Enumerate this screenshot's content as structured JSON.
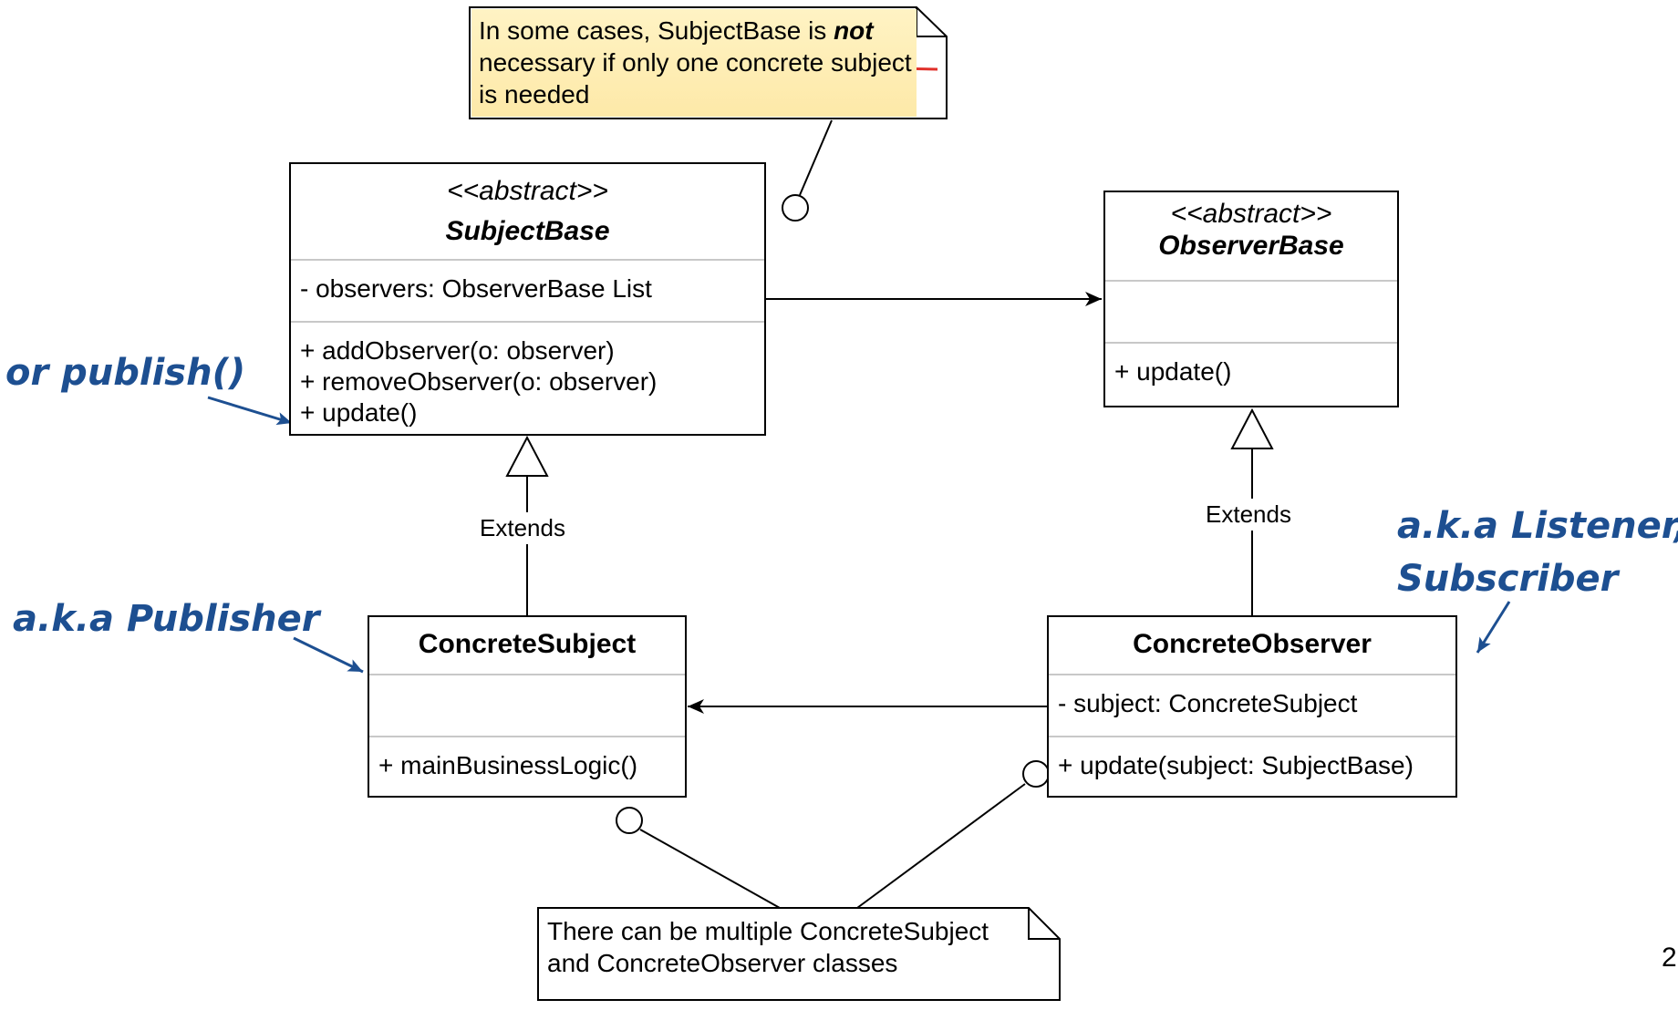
{
  "notes": {
    "top": {
      "segments": [
        {
          "text": "In some cases, SubjectBase is ",
          "bold": false
        },
        {
          "text": "not",
          "bold": true
        },
        {
          "text": "necessary if only one concrete subject",
          "bold": false
        },
        {
          "text": "is needed",
          "bold": false
        }
      ]
    },
    "bottom": {
      "line1": "There can be multiple ConcreteSubject",
      "line2": "and ConcreteObserver classes"
    }
  },
  "classes": {
    "subject_base": {
      "stereotype": "<<abstract>>",
      "name": "SubjectBase",
      "attributes": [
        "- observers: ObserverBase List"
      ],
      "methods": [
        "+ addObserver(o: observer)",
        "+ removeObserver(o: observer)",
        "+ update()"
      ]
    },
    "observer_base": {
      "stereotype": "<<abstract>>",
      "name": "ObserverBase",
      "attributes": [],
      "methods": [
        "+ update()"
      ]
    },
    "concrete_subject": {
      "name": "ConcreteSubject",
      "attributes": [],
      "methods": [
        "+ mainBusinessLogic()"
      ]
    },
    "concrete_observer": {
      "name": "ConcreteObserver",
      "attributes": [
        "- subject: ConcreteSubject"
      ],
      "methods": [
        "+ update(subject: SubjectBase)"
      ]
    }
  },
  "relations": {
    "extends_left": "Extends",
    "extends_right": "Extends"
  },
  "annotations": {
    "or_publish": "or publish()",
    "publisher": "a.k.a Publisher",
    "listener_line1": "a.k.a Listener,",
    "listener_line2": "Subscriber"
  },
  "page_number": "2",
  "colors": {
    "annotation": "#1d4f91",
    "underline": "#e0302a",
    "note_highlight": "#fdeaa8"
  }
}
